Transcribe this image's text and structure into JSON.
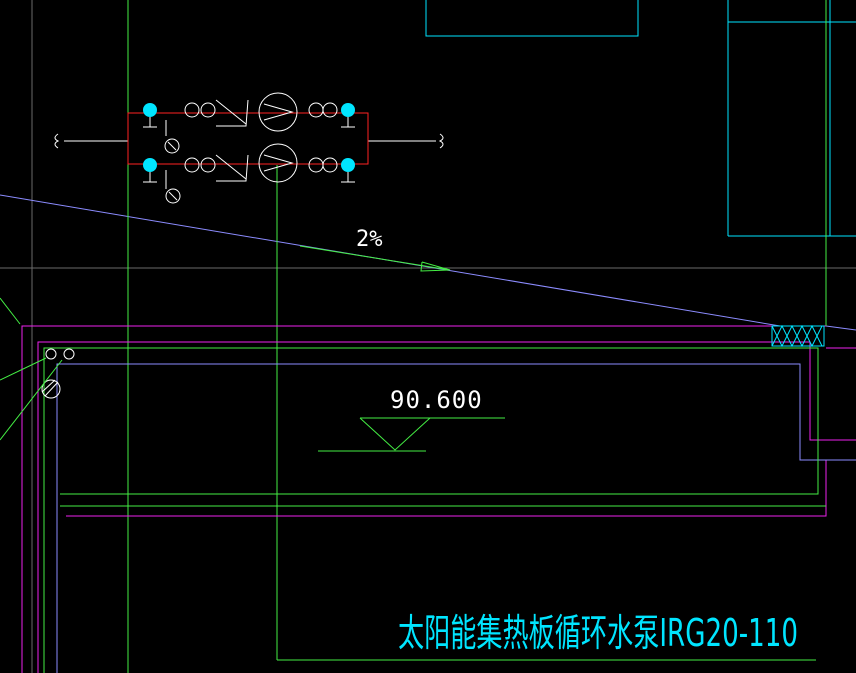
{
  "drawing": {
    "slope_label": "2%",
    "elevation_label": "90.600",
    "title_label": "太阳能集热板循环水泵IRG20-110"
  },
  "colors": {
    "background": "#000000",
    "white": "#ffffff",
    "green": "#44ee44",
    "cyan": "#00e5ff",
    "magenta": "#ee22ee",
    "blue": "#8c8cff",
    "red": "#ff2222",
    "grey": "#6a6a6a"
  }
}
